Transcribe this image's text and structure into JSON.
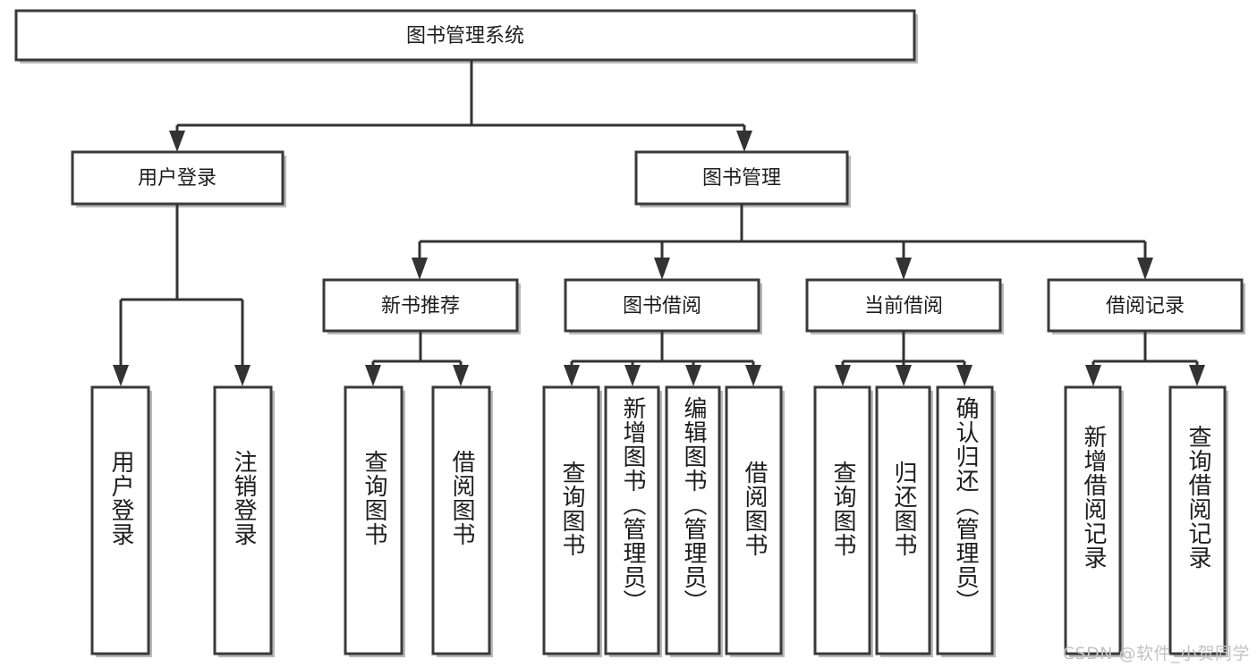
{
  "diagram": {
    "title": "图书管理系统",
    "type": "hierarchy-tree",
    "watermark": "CSDN @软件_小贺同学",
    "colors": {
      "box_stroke": "#3a3a3a",
      "box_fill": "#ffffff",
      "connector": "#333333",
      "text": "#1d1d1d",
      "watermark": "#c3c3c3",
      "background": "#ffffff"
    },
    "levels": {
      "root": {
        "label": "图书管理系统"
      },
      "level2": [
        {
          "label": "用户登录"
        },
        {
          "label": "图书管理"
        }
      ],
      "level3": [
        {
          "label": "新书推荐"
        },
        {
          "label": "图书借阅"
        },
        {
          "label": "当前借阅"
        },
        {
          "label": "借阅记录"
        }
      ],
      "leaves": {
        "user_login": [
          {
            "label": "用户登录"
          },
          {
            "label": "注销登录"
          }
        ],
        "new_book_recommend": [
          {
            "label": "查询图书"
          },
          {
            "label": "借阅图书"
          }
        ],
        "book_borrow": [
          {
            "label": "查询图书"
          },
          {
            "label": "新增图书（管理员）"
          },
          {
            "label": "编辑图书（管理员）"
          },
          {
            "label": "借阅图书"
          }
        ],
        "current_borrow": [
          {
            "label": "查询图书"
          },
          {
            "label": "归还图书"
          },
          {
            "label": "确认归还（管理员）"
          }
        ],
        "borrow_record": [
          {
            "label": "新增借阅记录"
          },
          {
            "label": "查询借阅记录"
          }
        ]
      }
    }
  }
}
